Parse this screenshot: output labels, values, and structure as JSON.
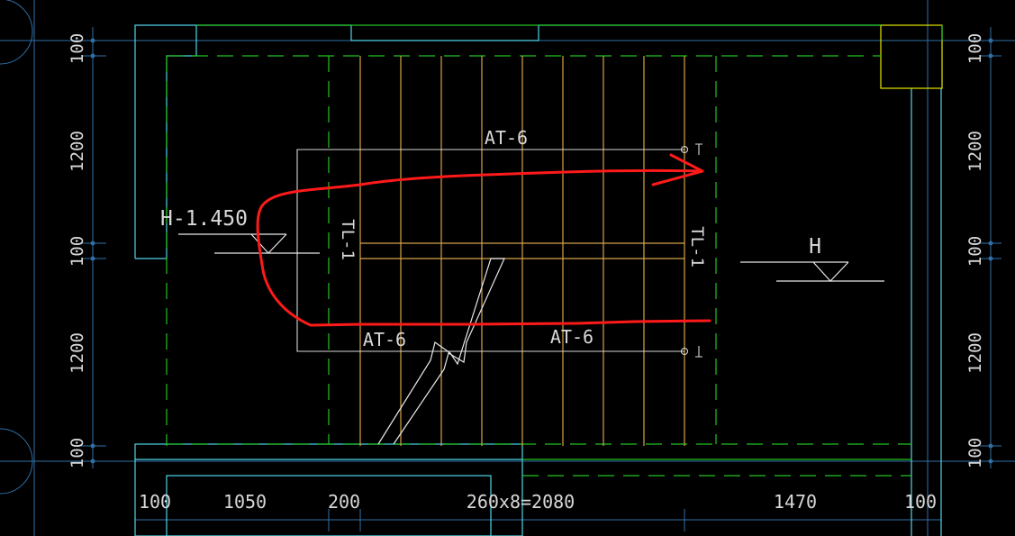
{
  "labels": {
    "flight_top": "AT-6",
    "flight_bottom_left": "AT-6",
    "flight_bottom_right": "AT-6",
    "beam_left": "TL-1",
    "beam_right": "TL-1",
    "level_left": "H-1.450",
    "level_right": "H"
  },
  "dims_left": [
    "100",
    "1200",
    "100",
    "1200",
    "100"
  ],
  "dims_right": [
    "100",
    "1200",
    "100",
    "1200",
    "100"
  ],
  "dims_bottom": [
    "100",
    "1050",
    "200",
    "260x8=2080",
    "1470",
    "100"
  ],
  "colors": {
    "background": "#000000",
    "cyan": "#4fd4e8",
    "green": "#22c422",
    "orange": "#d6a24a",
    "yellow": "#e6e600",
    "white": "#e8e8e8",
    "grey": "#bdbdbd",
    "axis_blue": "#2f6fa8",
    "red_annotation": "#ff1a1a"
  }
}
